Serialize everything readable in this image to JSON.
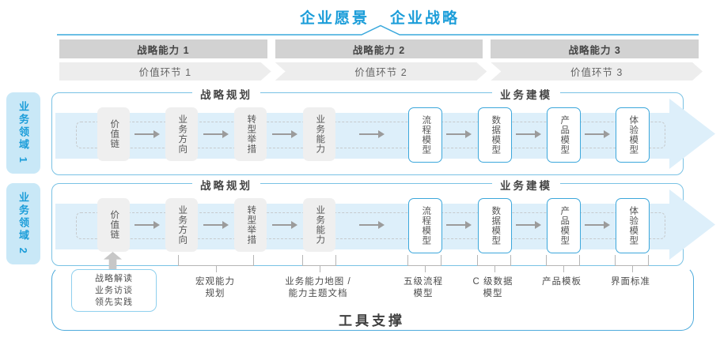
{
  "header": {
    "vision": "企业愿景",
    "strategy": "企业战略"
  },
  "capabilities": [
    {
      "label": "战略能力 1"
    },
    {
      "label": "战略能力 2"
    },
    {
      "label": "战略能力 3"
    }
  ],
  "value_links": [
    {
      "label": "价值环节 1"
    },
    {
      "label": "价值环节 2"
    },
    {
      "label": "价值环节 3"
    }
  ],
  "domains": [
    {
      "label": "业务领域 1"
    },
    {
      "label": "业务领域 2"
    }
  ],
  "rows": {
    "planning_title": "战略规划",
    "modeling_title": "业务建模",
    "planning_boxes": [
      "价值链",
      "业务方向",
      "转型举措",
      "业务能力"
    ],
    "modeling_boxes": [
      "流程模型",
      "数据模型",
      "产品模型",
      "体验模型"
    ]
  },
  "annotations": {
    "practice_box": [
      "战略解读",
      "业务访谈",
      "领先实践"
    ],
    "labels": [
      [
        "宏观能力",
        "规划"
      ],
      [
        "业务能力地图 /",
        "能力主题文档"
      ],
      [
        "五级流程",
        "模型"
      ],
      [
        "C 级数据",
        "模型"
      ],
      [
        "产品模板",
        ""
      ],
      [
        "界面标准",
        ""
      ]
    ]
  },
  "footer": {
    "label": "工具支撑"
  },
  "colors": {
    "accent": "#1b9dd9",
    "line-blue": "#3aa8dc",
    "row-border": "#79c2e4",
    "box-border-blue": "#3ca7db",
    "domain-bg": "#c9e8f7",
    "bar-bg": "#d2d2d2",
    "chevron-bg": "#ededed",
    "band-blue": "#ddeffa",
    "arrow-gray": "#9b9b9b"
  }
}
